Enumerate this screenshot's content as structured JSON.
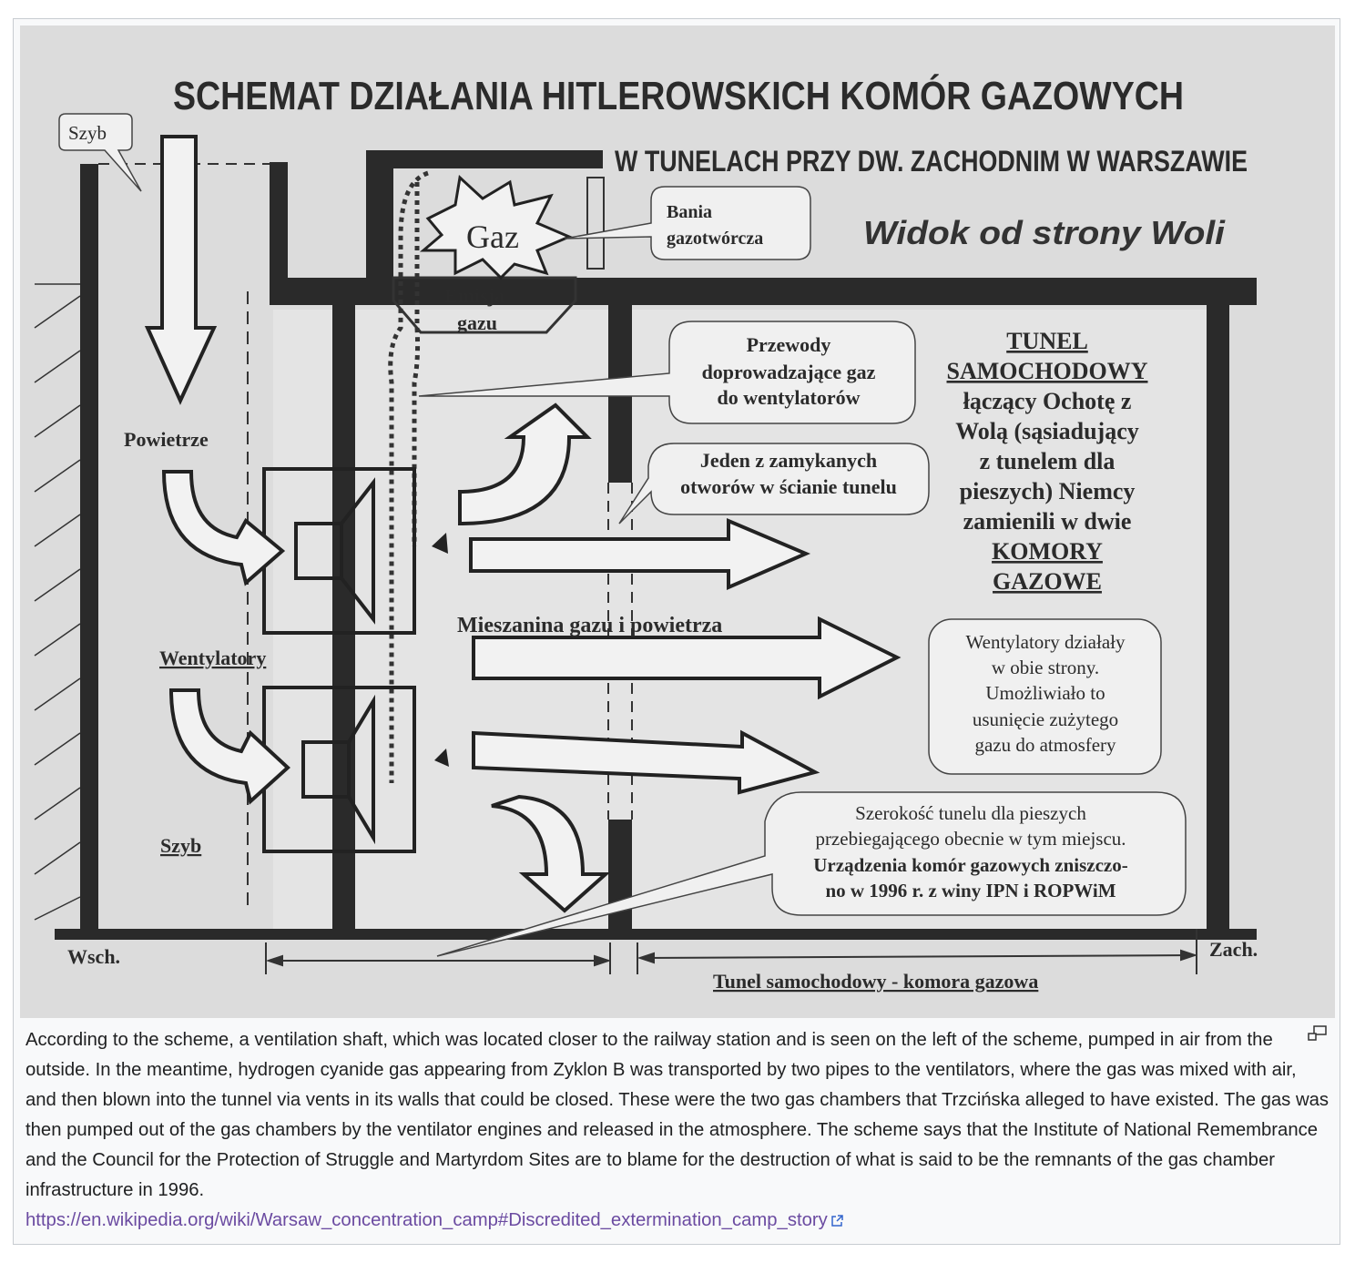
{
  "diagram": {
    "title": "SCHEMAT DZIAŁANIA HITLEROWSKICH KOMÓR GAZOWYCH",
    "subtitle": "W TUNELACH PRZY DW. ZACHODNIM W WARSZAWIE",
    "view": "Widok od strony Woli",
    "szyb_bubble": "Szyb",
    "gaz": "Gaz",
    "bania": [
      "Bania",
      "gazotwórcza"
    ],
    "emisja": [
      "Emisja",
      "gazu"
    ],
    "przewody": [
      "Przewody",
      "doprowadzające gaz",
      "do wentylatorów"
    ],
    "jeden": [
      "Jeden z zamykanych",
      "otworów w ścianie tunelu"
    ],
    "tunel_block": [
      "TUNEL",
      "SAMOCHODOWY",
      "łączący Ochotę z",
      "Wolą (sąsiadujący",
      "z tunelem dla",
      "pieszych) Niemcy",
      "zamienili w dwie",
      "KOMORY",
      "GAZOWE"
    ],
    "powietrze": "Powietrze",
    "wentylatory": "Wentylatory",
    "szyb_label": "Szyb",
    "mieszanina": "Mieszanina gazu i powietrza",
    "wentylatory_box": [
      "Wentylatory działały",
      "w obie strony.",
      "Umożliwiało to",
      "usunięcie zużytego",
      "gazu do atmosfery"
    ],
    "szerokosc_box": [
      "Szerokość tunelu dla pieszych",
      "przebiegającego obecnie w tym miejscu.",
      "Urządzenia komór gazowych zniszczo-",
      "no w 1996 r. z winy IPN i ROPWiM"
    ],
    "wsch": "Wsch.",
    "zach": "Zach.",
    "bottom_label": "Tunel samochodowy - komora gazowa"
  },
  "caption": {
    "text": "According to the scheme, a ventilation shaft, which was located closer to the railway station and is seen on the left of the scheme, pumped in air from the outside. In the meantime, hydrogen cyanide gas appearing from Zyklon B was transported by two pipes to the ventilators, where the gas was mixed with air, and then blown into the tunnel via vents in its walls that could be closed. These were the two gas chambers that Trzcińska alleged to have existed. The gas was then pumped out of the gas chambers by the ventilator engines and released in the atmosphere. The scheme says that the Institute of National Remembrance and the Council for the Protection of Struggle and Martyrdom Sites are to blame for the destruction of what is said to be the remnants of the gas chamber infrastructure in 1996.",
    "link": "https://en.wikipedia.org/wiki/Warsaw_concentration_camp#Discredited_extermination_camp_story"
  },
  "icons": {
    "enlarge": "magnify-icon",
    "external": "external-link-icon"
  },
  "colors": {
    "link": "#6b4ba1",
    "border": "#c8ccd1",
    "caption_bg": "#f8f9fa"
  }
}
